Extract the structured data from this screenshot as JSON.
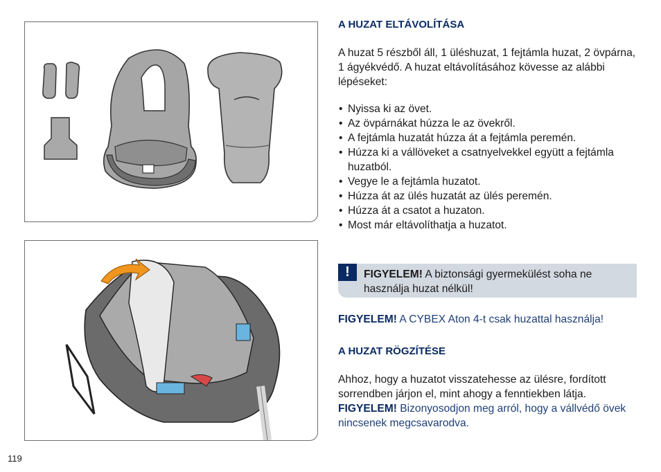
{
  "heading_remove": "A HUZAT ELTÁVOLÍTÁSA",
  "intro": "A huzat 5 részből áll, 1 üléshuzat, 1 fejtámla huzat, 2 övpárna, 1 ágyékvédő. A huzat eltávolításához kövesse az alábbi lépéseket:",
  "steps": [
    "Nyissa ki az övet.",
    "Az övpárnákat húzza le az övekről.",
    "A fejtámla huzatát húzza át a fejtámla peremén.",
    "Húzza ki a vállöveket a csatnyelvekkel együtt a fejtámla huzatból.",
    "Vegye le a fejtámla huzatot.",
    "Húzza át az ülés huzatát az ülés peremén.",
    "Húzza át a csatot a huzaton.",
    "Most már eltávolíthatja a huzatot."
  ],
  "warning_box": {
    "icon": "exclamation-icon",
    "icon_symbol": "!",
    "label": "FIGYELEM!",
    "text": " A biztonsági gyermekülést soha ne használja huzat nélkül!"
  },
  "note_cover": {
    "label": "FIGYELEM!",
    "text": " A CYBEX Aton 4-t csak huzattal használja!"
  },
  "heading_attach": "A HUZAT RÖGZÍTÉSE",
  "attach_text": "Ahhoz, hogy a huzatot visszatehesse az ülésre, fordított sorrendben járjon el, mint ahogy a fenntiekben látja.",
  "attach_warning": {
    "label": "FIGYELEM!",
    "text": " Bizonyosodjon meg arról, hogy a vállvédő övek nincsenek megcsavarodva."
  },
  "page_number": "119",
  "colors": {
    "heading": "#0a2a63",
    "note_text": "#1f3f76",
    "warn_bg": "#d3d9e1",
    "arrow": "#f0961e",
    "accent_blue": "#6ab4e0"
  }
}
